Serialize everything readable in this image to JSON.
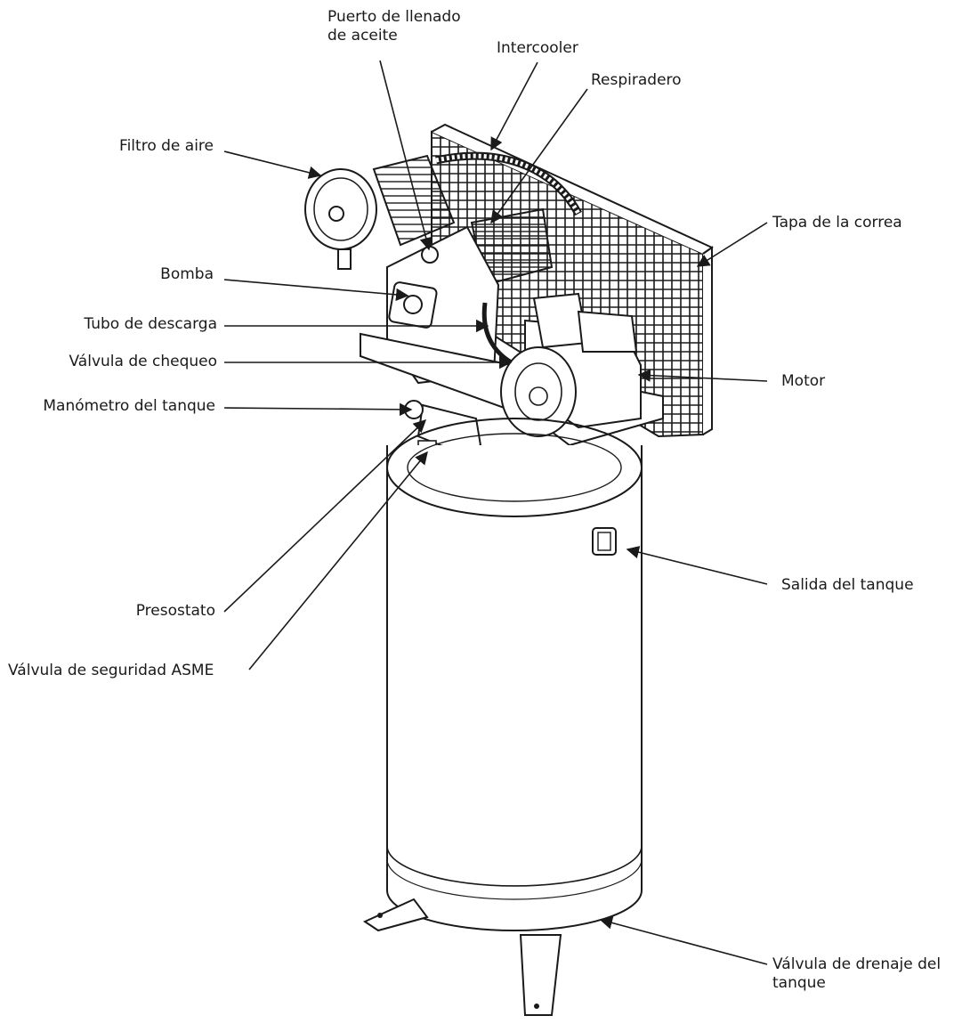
{
  "colors": {
    "ink": "#1a1a1a",
    "background": "#ffffff"
  },
  "labels": {
    "oil_fill_port": [
      "Puerto de llenado",
      "de aceite"
    ],
    "intercooler": "Intercooler",
    "breather": "Respiradero",
    "air_filter": "Filtro de aire",
    "belt_guard": "Tapa de la correa",
    "pump": "Bomba",
    "discharge_tube": "Tubo de descarga",
    "check_valve": "Válvula de chequeo",
    "motor": "Motor",
    "tank_gauge": "Manómetro del tanque",
    "tank_outlet": "Salida del tanque",
    "pressure_switch": "Presostato",
    "safety_valve": "Válvula de seguridad ASME",
    "drain_valve": [
      "Válvula de drenaje del",
      "tanque"
    ]
  }
}
